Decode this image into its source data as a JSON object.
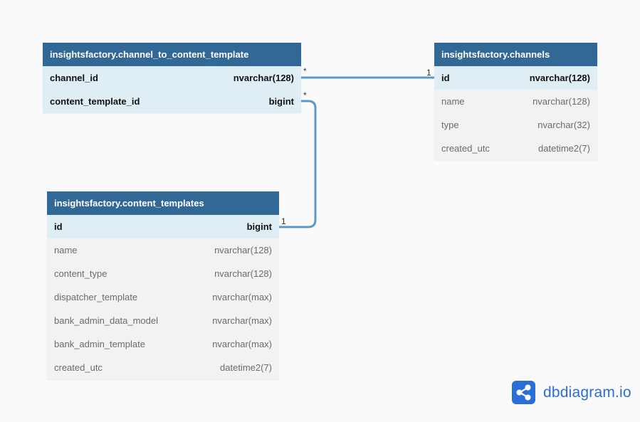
{
  "tables": [
    {
      "id": "t-cct",
      "title": "insightsfactory.channel_to_content_template",
      "rows": [
        {
          "name": "channel_id",
          "type": "nvarchar(128)",
          "highlighted": true
        },
        {
          "name": "content_template_id",
          "type": "bigint",
          "highlighted": true
        }
      ]
    },
    {
      "id": "t-ch",
      "title": "insightsfactory.channels",
      "rows": [
        {
          "name": "id",
          "type": "nvarchar(128)",
          "highlighted": true
        },
        {
          "name": "name",
          "type": "nvarchar(128)",
          "highlighted": false
        },
        {
          "name": "type",
          "type": "nvarchar(32)",
          "highlighted": false
        },
        {
          "name": "created_utc",
          "type": "datetime2(7)",
          "highlighted": false
        }
      ]
    },
    {
      "id": "t-ct",
      "title": "insightsfactory.content_templates",
      "rows": [
        {
          "name": "id",
          "type": "bigint",
          "highlighted": true
        },
        {
          "name": "name",
          "type": "nvarchar(128)",
          "highlighted": false
        },
        {
          "name": "content_type",
          "type": "nvarchar(128)",
          "highlighted": false
        },
        {
          "name": "dispatcher_template",
          "type": "nvarchar(max)",
          "highlighted": false
        },
        {
          "name": "bank_admin_data_model",
          "type": "nvarchar(max)",
          "highlighted": false
        },
        {
          "name": "bank_admin_template",
          "type": "nvarchar(max)",
          "highlighted": false
        },
        {
          "name": "created_utc",
          "type": "datetime2(7)",
          "highlighted": false
        }
      ]
    }
  ],
  "relations": [
    {
      "from": "channel_to_content_template.channel_id",
      "to": "channels.id",
      "from_card": "*",
      "to_card": "1"
    },
    {
      "from": "channel_to_content_template.content_template_id",
      "to": "content_templates.id",
      "from_card": "*",
      "to_card": "1"
    }
  ],
  "brand": {
    "text": "dbdiagram.io",
    "color": "#2b6fd6"
  },
  "colors": {
    "header": "#316896",
    "highlight_row": "#dfedf5",
    "link": "#5b9ac6",
    "background": "#fafafa"
  }
}
